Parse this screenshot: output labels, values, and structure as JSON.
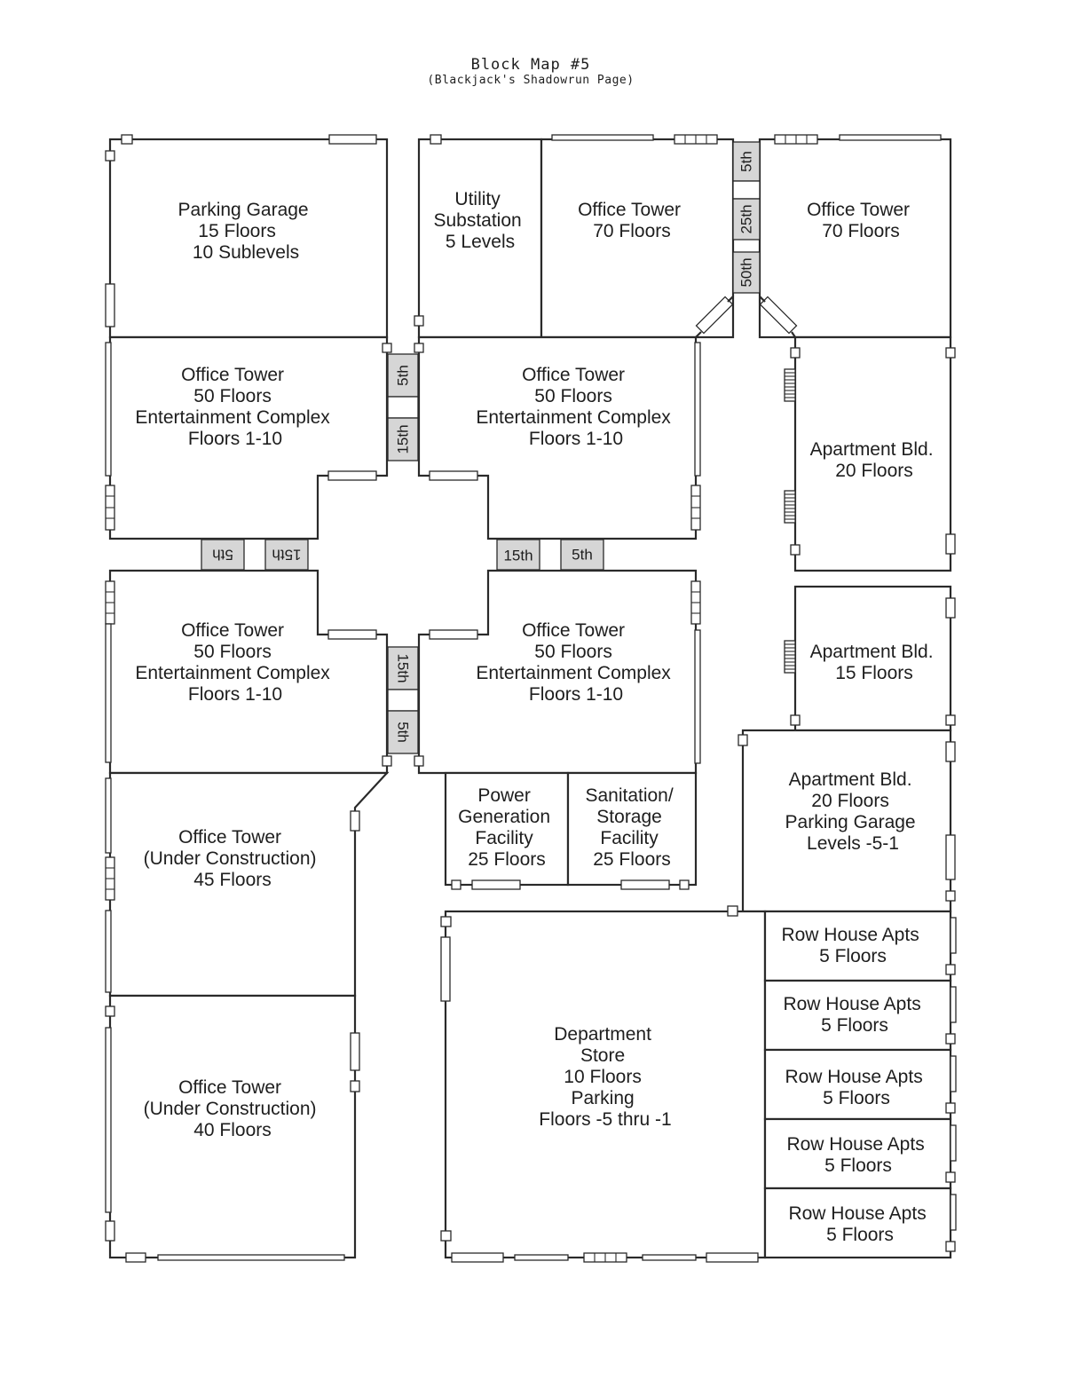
{
  "title": "Block Map #5",
  "subtitle": "(Blackjack's Shadowrun Page)",
  "buildings": [
    {
      "id": "parking-garage-nw",
      "lines": [
        "Parking Garage",
        "15 Floors",
        "10 Sublevels"
      ]
    },
    {
      "id": "utility-substation",
      "lines": [
        "Utility",
        "Substation",
        "5 Levels"
      ]
    },
    {
      "id": "office-tower-north",
      "lines": [
        "Office Tower",
        "70 Floors"
      ]
    },
    {
      "id": "office-tower-northeast",
      "lines": [
        "Office Tower",
        "70 Floors"
      ]
    },
    {
      "id": "office-entertainment-nw",
      "lines": [
        "Office Tower",
        "50 Floors",
        "",
        "Entertainment Complex",
        "Floors 1-10"
      ]
    },
    {
      "id": "office-entertainment-ne",
      "lines": [
        "Office Tower",
        "50 Floors",
        "",
        "Entertainment Complex",
        "Floors 1-10"
      ]
    },
    {
      "id": "apartment-20-north",
      "lines": [
        "Apartment Bld.",
        "20 Floors"
      ]
    },
    {
      "id": "office-entertainment-sw",
      "lines": [
        "Office Tower",
        "50 Floors",
        "",
        "Entertainment Complex",
        "Floors 1-10"
      ]
    },
    {
      "id": "office-entertainment-se",
      "lines": [
        "Office Tower",
        "50 Floors",
        "",
        "Entertainment Complex",
        "Floors 1-10"
      ]
    },
    {
      "id": "apartment-15",
      "lines": [
        "Apartment Bld.",
        "15 Floors"
      ]
    },
    {
      "id": "power-generation",
      "lines": [
        "Power",
        "Generation",
        "Facility",
        "25 Floors"
      ]
    },
    {
      "id": "sanitation-storage",
      "lines": [
        "Sanitation/",
        "Storage",
        "Facility",
        "25 Floors"
      ]
    },
    {
      "id": "apartment-parking",
      "lines": [
        "Apartment Bld.",
        "20 Floors",
        "",
        "Parking Garage",
        "Levels -5-1"
      ]
    },
    {
      "id": "construction-45",
      "lines": [
        "Office Tower",
        "(Under Construction)",
        "",
        "45 Floors"
      ]
    },
    {
      "id": "construction-40",
      "lines": [
        "Office Tower",
        "(Under Construction)",
        "",
        "40 Floors"
      ]
    },
    {
      "id": "department-store",
      "lines": [
        "Department",
        "Store",
        "10 Floors",
        "",
        "Parking",
        "Floors -5 thru -1"
      ]
    },
    {
      "id": "row-house-1",
      "lines": [
        "Row House Apts",
        "5 Floors"
      ]
    },
    {
      "id": "row-house-2",
      "lines": [
        "Row House Apts",
        "5 Floors"
      ]
    },
    {
      "id": "row-house-3",
      "lines": [
        "Row House Apts",
        "5 Floors"
      ]
    },
    {
      "id": "row-house-4",
      "lines": [
        "Row House Apts",
        "5 Floors"
      ]
    },
    {
      "id": "row-house-5",
      "lines": [
        "Row House Apts",
        "5 Floors"
      ]
    }
  ],
  "skybridges": [
    {
      "id": "north-upper-5th",
      "label": "5th"
    },
    {
      "id": "north-upper-25th",
      "label": "25th"
    },
    {
      "id": "north-upper-50th",
      "label": "50th"
    },
    {
      "id": "north-5th",
      "label": "5th"
    },
    {
      "id": "north-15th",
      "label": "15th"
    },
    {
      "id": "west-5th",
      "label": "5th"
    },
    {
      "id": "west-15th",
      "label": "15th"
    },
    {
      "id": "east-15th",
      "label": "15th"
    },
    {
      "id": "east-5th",
      "label": "5th"
    },
    {
      "id": "south-15th",
      "label": "15th"
    },
    {
      "id": "south-5th",
      "label": "5th"
    }
  ]
}
